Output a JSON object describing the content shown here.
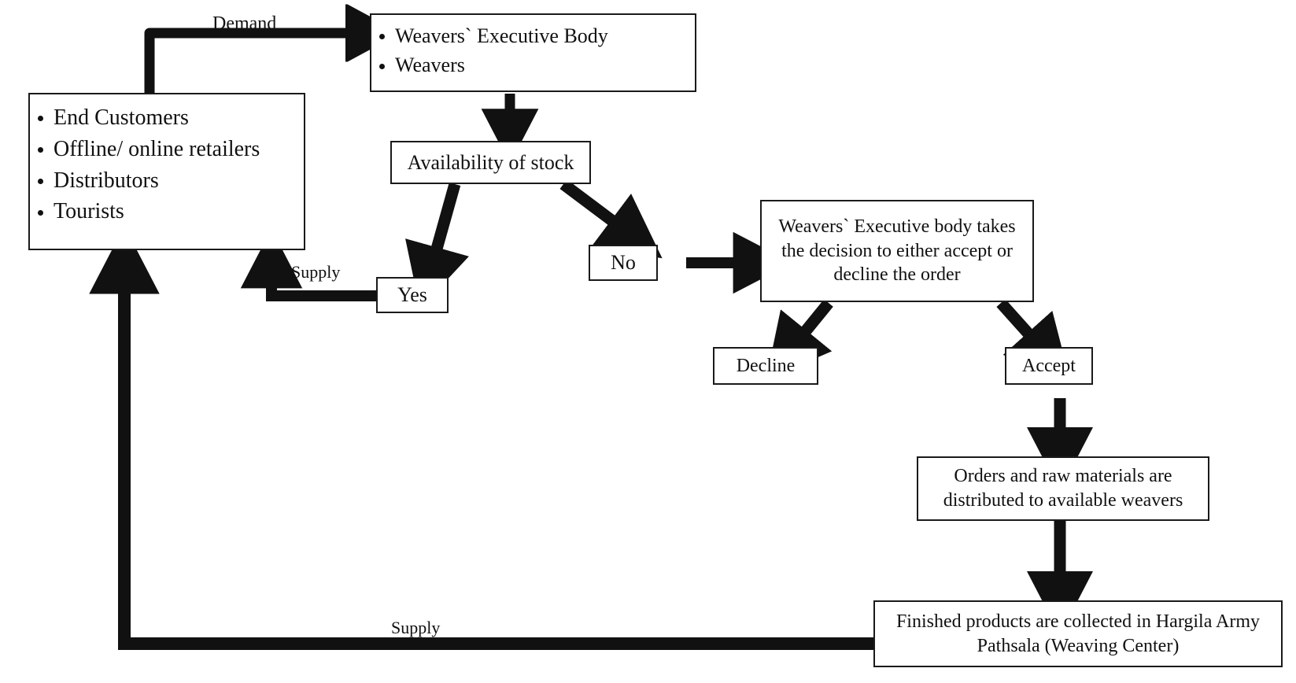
{
  "diagram": {
    "title": "Hargila Army Pathsala weaving supply chain flowchart",
    "colors": {
      "stroke": "#1a1a1a",
      "fill": "#ffffff",
      "text": "#111111"
    },
    "nodes": {
      "customers": {
        "name": "End Customers group",
        "items": [
          "End Customers",
          "Offline/ online retailers",
          "Distributors",
          "Tourists"
        ]
      },
      "weavers": {
        "name": "Weavers group",
        "items": [
          "Weavers` Executive Body",
          "Weavers"
        ]
      },
      "stock": {
        "label": "Availability of stock"
      },
      "yes": {
        "label": "Yes"
      },
      "no": {
        "label": "No"
      },
      "decision": {
        "label": "Weavers` Executive body takes the decision to either accept or decline the order"
      },
      "decline": {
        "label": "Decline"
      },
      "accept": {
        "label": "Accept"
      },
      "distribute": {
        "label": "Orders and raw materials are distributed to available weavers"
      },
      "finished": {
        "label": "Finished products are collected in Hargila Army Pathsala (Weaving Center)"
      }
    },
    "edge_labels": {
      "demand": "Demand",
      "supply_yes": "Supply",
      "supply_bottom": "Supply"
    }
  }
}
